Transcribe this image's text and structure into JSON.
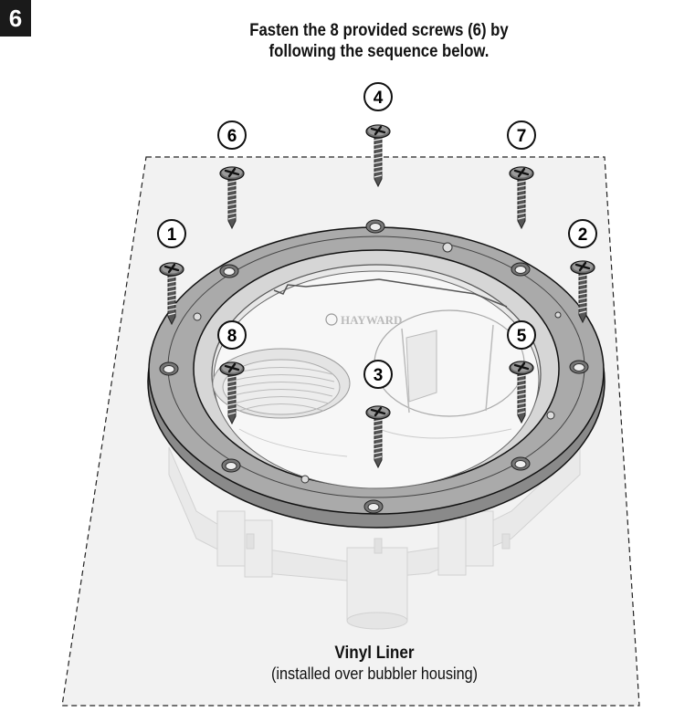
{
  "step": {
    "number": "6"
  },
  "instruction": {
    "line1": "Fasten the 8 provided screws (6) by",
    "line2": "following the sequence below."
  },
  "brand": {
    "logo_text": "HAYWARD"
  },
  "screws": [
    {
      "label": "1"
    },
    {
      "label": "2"
    },
    {
      "label": "3"
    },
    {
      "label": "4"
    },
    {
      "label": "5"
    },
    {
      "label": "6"
    },
    {
      "label": "7"
    },
    {
      "label": "8"
    }
  ],
  "liner": {
    "title": "Vinyl Liner",
    "subtitle": "(installed over bubbler housing)"
  }
}
